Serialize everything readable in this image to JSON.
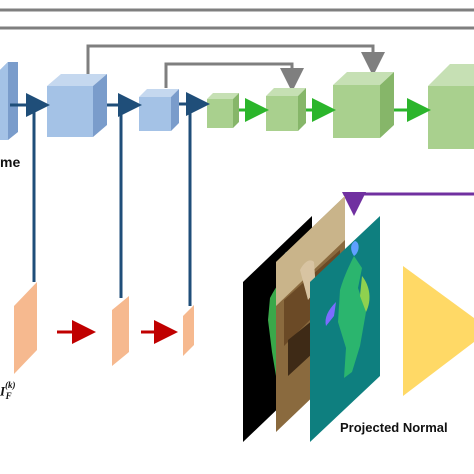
{
  "labels": {
    "frame_suffix": "me",
    "projected_normal": "Projected Normal",
    "feature_symbol": "I",
    "feature_sup": "(k)",
    "feature_sub": "F"
  },
  "colors": {
    "blue_face": "#a4c2e6",
    "blue_side": "#7a9ccb",
    "green_face": "#a9d08e",
    "green_side": "#86b669",
    "orange_feature": "#f6b98f",
    "navy_line": "#1f4e79",
    "green_arrow": "#2bb52b",
    "red_arrow": "#c00000",
    "gray_line": "#7f7f7f",
    "purple_line": "#7030a0",
    "yellow_triangle": "#ffd966",
    "teal_panel": "#0e7f7f"
  }
}
